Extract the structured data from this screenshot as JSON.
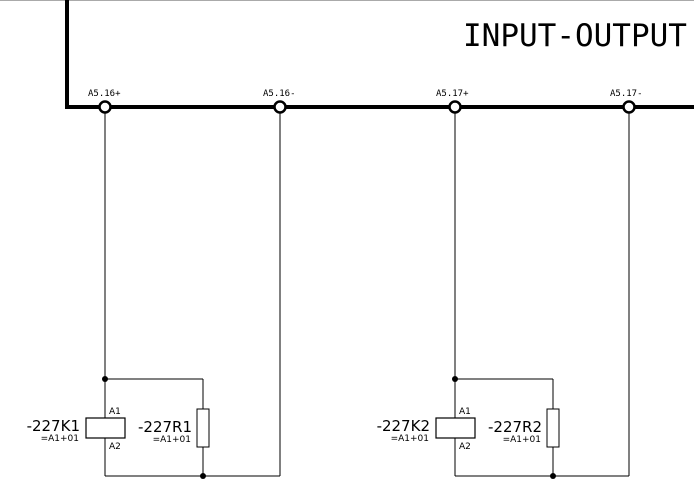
{
  "title": "INPUT-OUTPUT",
  "terminals": [
    "A5.16+",
    "A5.16-",
    "A5.17+",
    "A5.17-"
  ],
  "circuits": [
    {
      "relay": "-227K1",
      "relay_location": "=A1+01",
      "pin_top": "A1",
      "pin_bottom": "A2",
      "resistor": "-227R1",
      "resistor_location": "=A1+01"
    },
    {
      "relay": "-227K2",
      "relay_location": "=A1+01",
      "pin_top": "A1",
      "pin_bottom": "A2",
      "resistor": "-227R2",
      "resistor_location": "=A1+01"
    }
  ]
}
